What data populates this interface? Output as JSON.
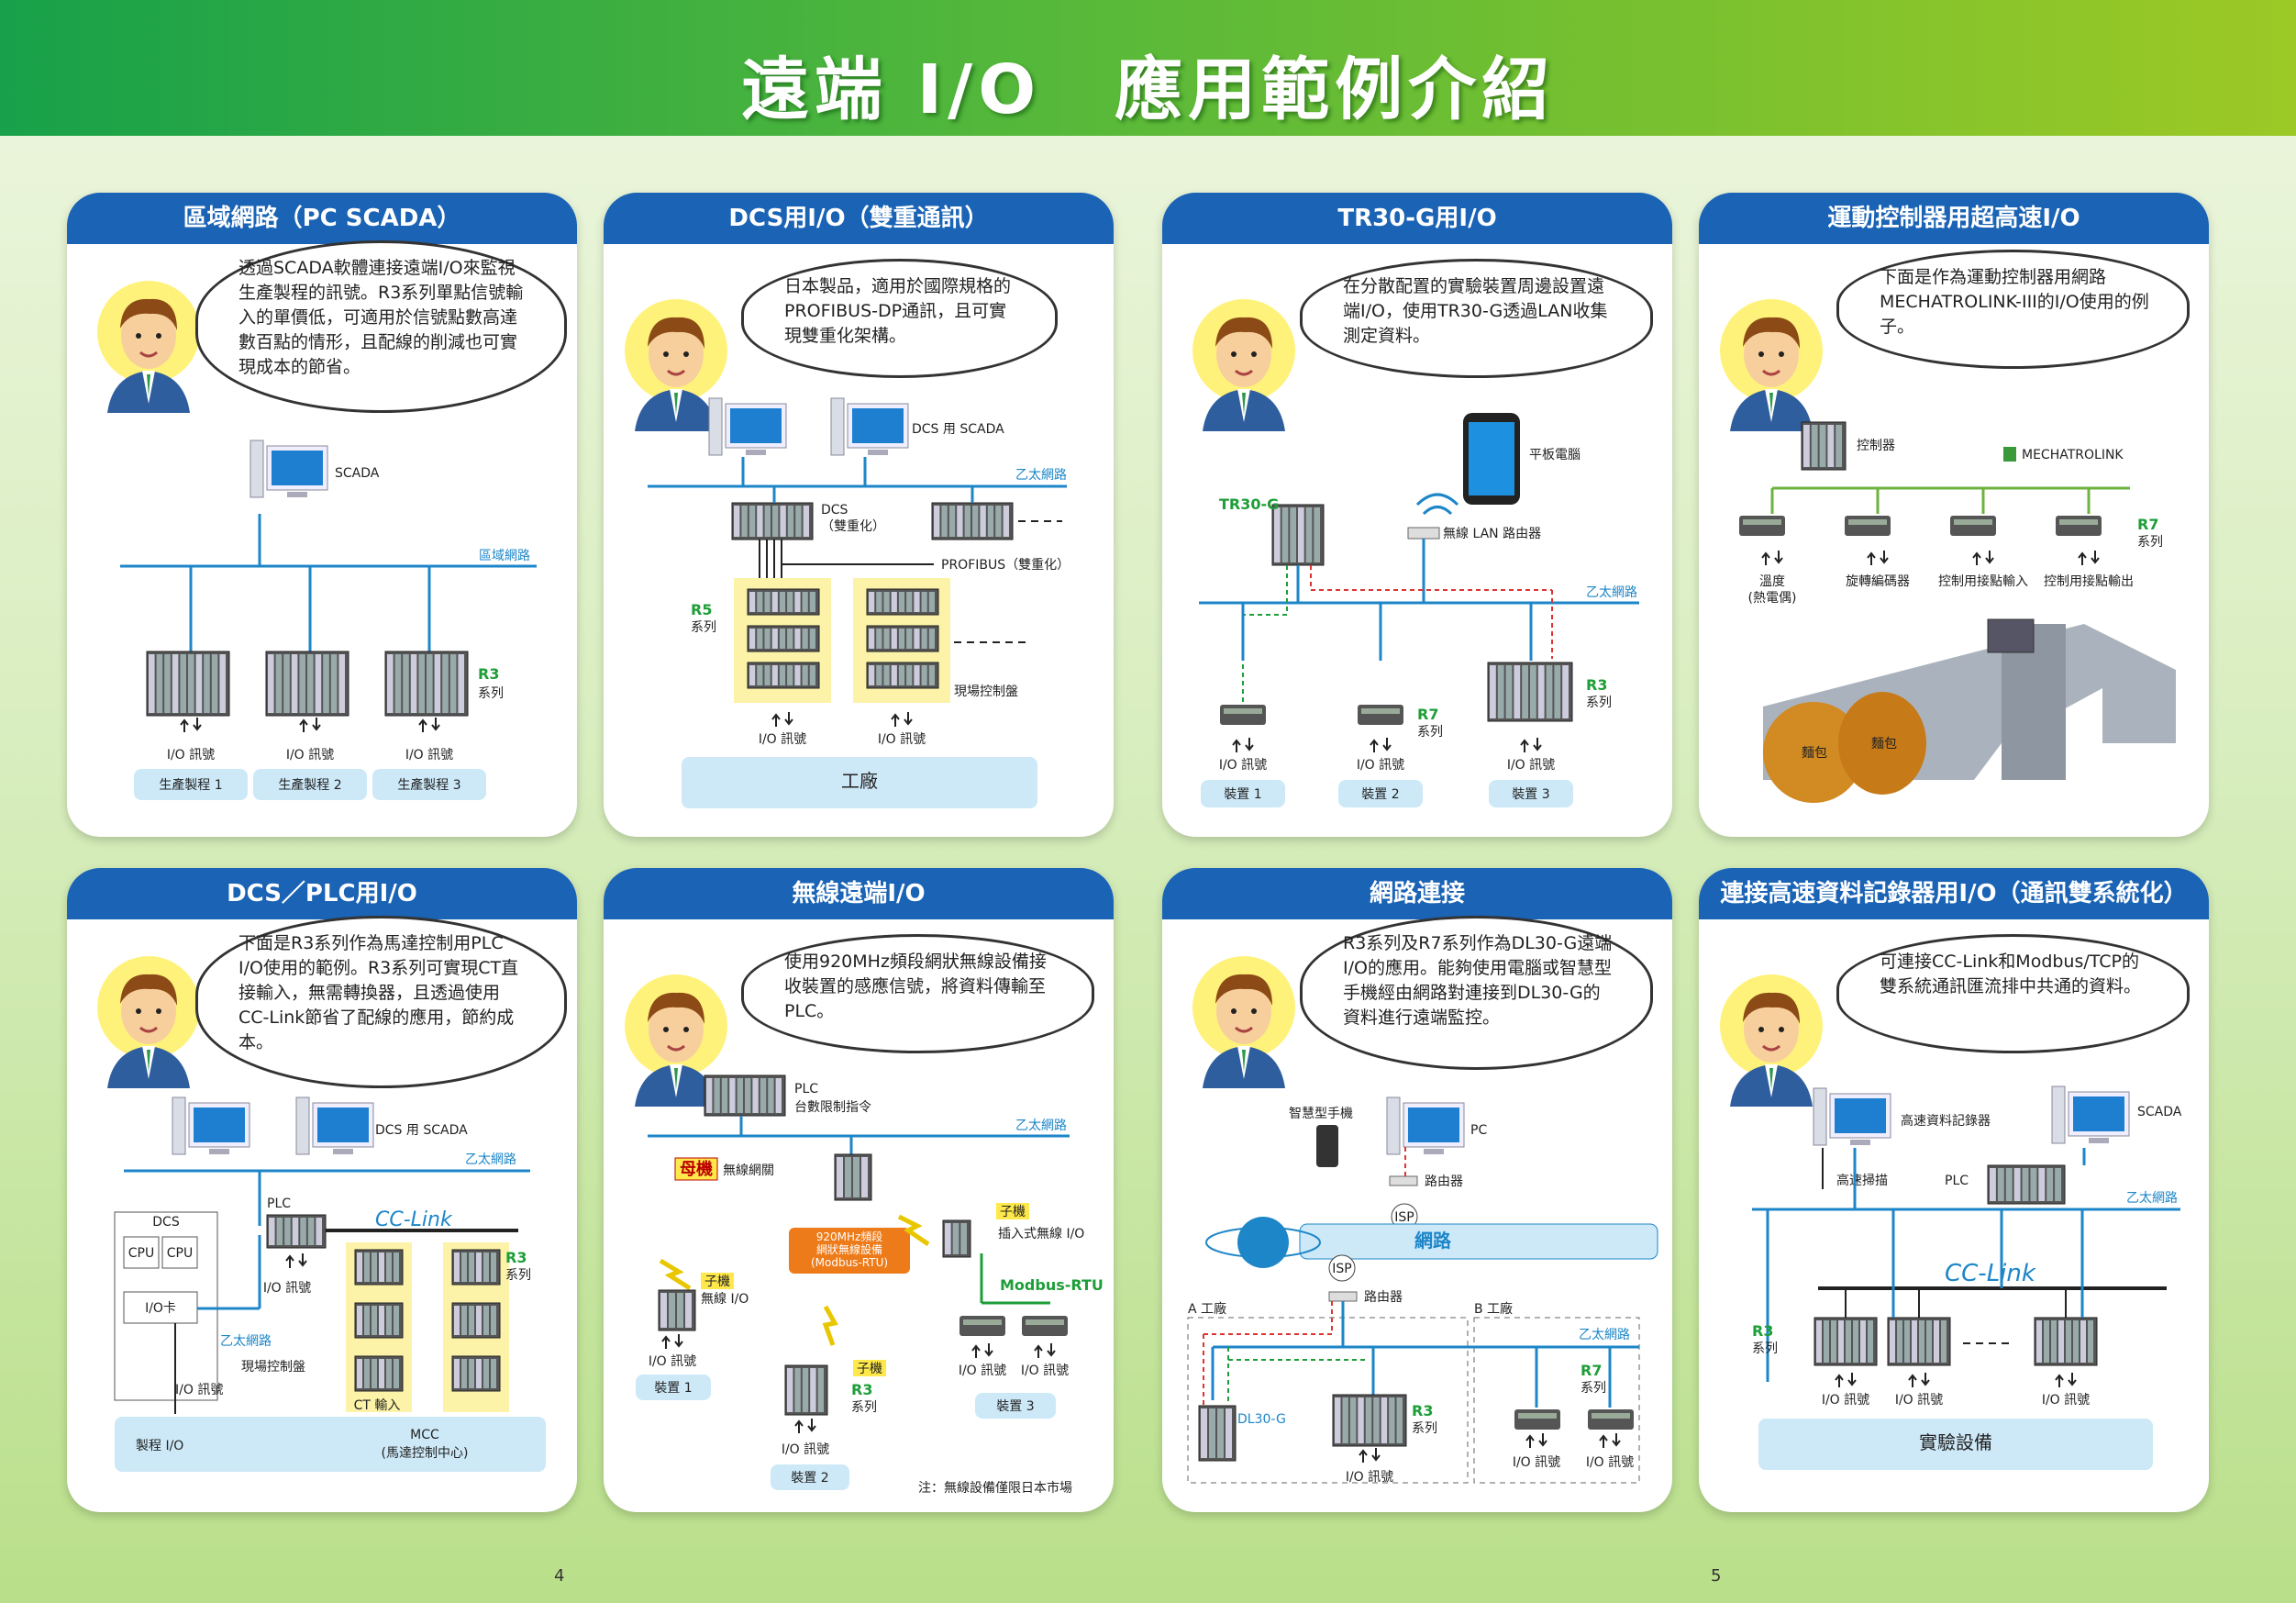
{
  "page_title": "遠端 I/O　應用範例介紹",
  "page_numbers": [
    "4",
    "5"
  ],
  "colors": {
    "banner_green": "#3aa63d",
    "header_blue": "#1a63b5",
    "network_blue": "#1d86c8",
    "device_box": "#cde9f8",
    "highlight": "#fcf3a8"
  },
  "panels": [
    {
      "title": "區域網路（PC SCADA）",
      "bubble": "透過SCADA軟體連接遠端I/O來監視生產製程的訊號。R3系列單點信號輸入的單價低，可適用於信號點數高達數百點的情形，且配線的削減也可實現成本的節省。",
      "labels": {
        "scada": "SCADA",
        "network": "區域網路",
        "series": "R3",
        "series_sub": "系列",
        "io": "I/O 訊號",
        "boxes": [
          "生產製程 1",
          "生產製程 2",
          "生產製程 3"
        ]
      }
    },
    {
      "title": "DCS用I/O（雙重通訊）",
      "bubble": "日本製品，適用於國際規格的PROFIBUS-DP通訊，且可實現雙重化架構。",
      "labels": {
        "scada": "DCS 用 SCADA",
        "network": "乙太網路",
        "dcs": "DCS",
        "dcs_sub": "（雙重化）",
        "profibus": "PROFIBUS（雙重化）",
        "series": "R5",
        "series_sub": "系列",
        "field": "現場控制盤",
        "io": "I/O 訊號",
        "factory": "工廠"
      }
    },
    {
      "title": "TR30-G用I/O",
      "bubble": "在分散配置的實驗裝置周邊設置遠端I/O，使用TR30-G透過LAN收集測定資料。",
      "labels": {
        "tablet": "平板電腦",
        "tr30": "TR30-G",
        "router": "無線 LAN 路由器",
        "network": "乙太網路",
        "r7": "R7",
        "r3": "R3",
        "series_sub": "系列",
        "io": "I/O 訊號",
        "boxes": [
          "裝置 1",
          "裝置 2",
          "裝置 3"
        ]
      }
    },
    {
      "title": "運動控制器用超高速I/O",
      "bubble": "下面是作為運動控制器用網路MECHATROLINK-III的I/O使用的例子。",
      "labels": {
        "controller": "控制器",
        "brand": "MECHATROLINK",
        "series": "R7",
        "series_sub": "系列",
        "items": [
          "溫度\n(熱電偶)",
          "旋轉編碼器",
          "控制用接點輸入",
          "控制用接點輸出"
        ],
        "bag": "麵包"
      }
    },
    {
      "title": "DCS／PLC用I/O",
      "bubble": "下面是R3系列作為馬達控制用PLC I/O使用的範例。R3系列可實現CT直接輸入，無需轉換器，且透過使用CC-Link節省了配線的應用，節約成本。",
      "labels": {
        "scada": "DCS 用 SCADA",
        "network": "乙太網路",
        "dcs": "DCS",
        "cpu": "CPU",
        "iocard": "I/O卡",
        "plc": "PLC",
        "cclink": "CC-Link",
        "series": "R3",
        "series_sub": "系列",
        "io": "I/O 訊號",
        "field": "現場控制盤",
        "ct": "CT 輸入",
        "process": "製程 I/O",
        "mcc": "MCC",
        "mcc_sub": "(馬達控制中心)"
      }
    },
    {
      "title": "無線遠端I/O",
      "bubble": "使用920MHz頻段網狀無線設備接收裝置的感應信號，將資料傳輸至PLC。",
      "labels": {
        "plc": "PLC",
        "plc_sub": "台數限制指令",
        "network": "乙太網路",
        "master": "母機",
        "master_sub": "無線網關",
        "slave": "子機",
        "slave1": "無線 I/O",
        "slave3": "插入式無線 I/O",
        "band": "920MHz頻段\n網狀無線設備\n(Modbus-RTU)",
        "modbus": "Modbus-RTU",
        "series": "R3",
        "series_sub": "系列",
        "io": "I/O 訊號",
        "boxes": [
          "裝置 1",
          "裝置 2",
          "裝置 3"
        ],
        "note": "注：無線設備僅限日本市場"
      }
    },
    {
      "title": "網路連接",
      "bubble": "R3系列及R7系列作為DL30-G遠端I/O的應用。能夠使用電腦或智慧型手機經由網路對連接到DL30-G的資料進行遠端監控。",
      "labels": {
        "phone": "智慧型手機",
        "pc": "PC",
        "router": "路由器",
        "isp": "ISP",
        "internet": "網路",
        "factory_a": "A 工廠",
        "factory_b": "B 工廠",
        "network": "乙太網路",
        "dl30": "DL30-G",
        "r3": "R3",
        "r7": "R7",
        "series_sub": "系列",
        "io": "I/O 訊號"
      }
    },
    {
      "title": "連接高速資料記錄器用I/O（通訊雙系統化）",
      "bubble": "可連接CC-Link和Modbus/TCP的雙系統通訊匯流排中共通的資料。",
      "labels": {
        "recorder": "高速資料記錄器",
        "scada": "SCADA",
        "scan": "高速掃描",
        "plc": "PLC",
        "network": "乙太網路",
        "cclink": "CC-Link",
        "series": "R3",
        "series_sub": "系列",
        "io": "I/O 訊號",
        "box": "實驗設備"
      }
    }
  ]
}
